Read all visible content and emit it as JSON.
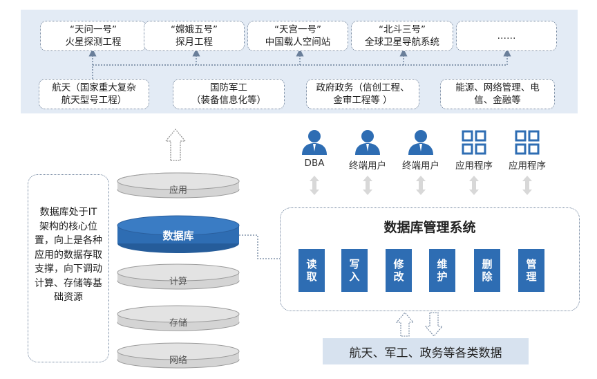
{
  "top_projects": [
    {
      "line1": "“天问一号”",
      "line2": "火星探测工程"
    },
    {
      "line1": "“嫦娥五号”",
      "line2": "探月工程"
    },
    {
      "line1": "“天宫一号”",
      "line2": "中国载人空间站"
    },
    {
      "line1": "“北斗三号”",
      "line2": "全球卫星导航系统"
    },
    {
      "line1": "……",
      "line2": ""
    }
  ],
  "sectors": [
    {
      "line1": "航天（国家重大复杂",
      "line2": "航天型号工程）"
    },
    {
      "line1": "国防军工",
      "line2": "（装备信息化等）"
    },
    {
      "line1": "政府政务（信创工程、",
      "line2": "金审工程等 ）"
    },
    {
      "line1": "能源、网络管理、电",
      "line2": "信、金融等"
    }
  ],
  "actors": [
    {
      "label": "DBA",
      "icon": "person-icon"
    },
    {
      "label": "终端用户",
      "icon": "person-icon"
    },
    {
      "label": "终端用户",
      "icon": "person-icon"
    },
    {
      "label": "应用程序",
      "icon": "grid-icon"
    },
    {
      "label": "应用程序",
      "icon": "grid-icon"
    }
  ],
  "dbms": {
    "title": "数据库管理系统",
    "operations": [
      {
        "c1": "读",
        "c2": "取"
      },
      {
        "c1": "写",
        "c2": "入"
      },
      {
        "c1": "修",
        "c2": "改"
      },
      {
        "c1": "维",
        "c2": "护"
      },
      {
        "c1": "删",
        "c2": "除"
      },
      {
        "c1": "管",
        "c2": "理"
      }
    ]
  },
  "stack": {
    "application": "应用",
    "database": "数据库",
    "compute": "计算",
    "storage": "存储",
    "network": "网络"
  },
  "left_note": "数据库处于IT 架构的核心位置，向上是各种应用的数据存取支撑，向下调动计算、存储等基础资源",
  "data_sources": "航天、军工、政务等各类数据",
  "colors": {
    "accent": "#2e6db3",
    "panel": "#e3ebf5",
    "data_box": "#d7e2ef",
    "layer": "#d4d4d4"
  }
}
